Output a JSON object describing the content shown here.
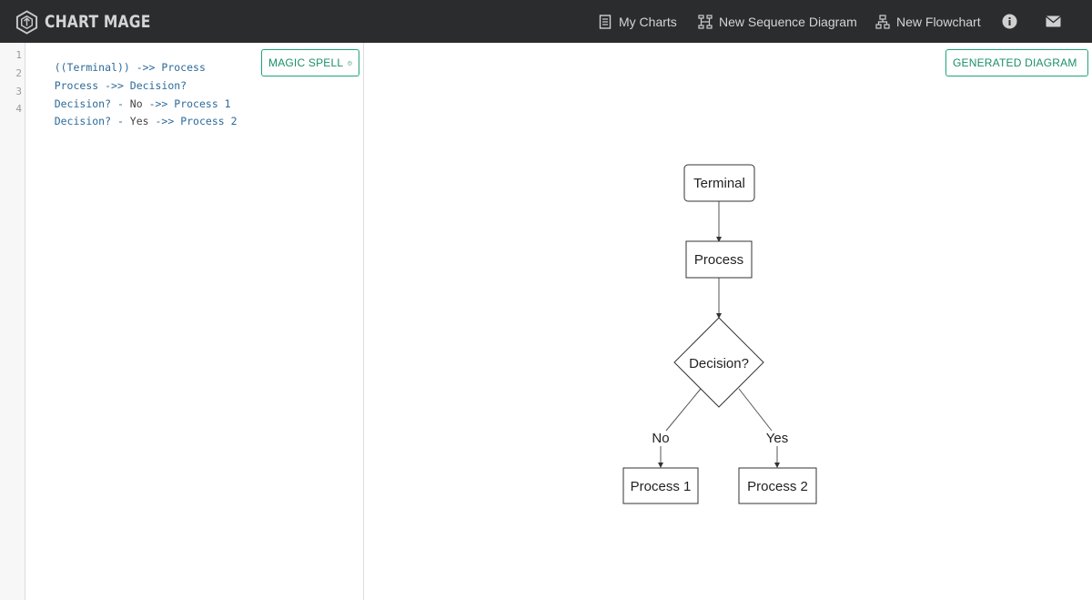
{
  "brand": {
    "name": "CHART MAGE"
  },
  "nav": {
    "my_charts": "My Charts",
    "new_sequence": "New Sequence Diagram",
    "new_flowchart": "New Flowchart"
  },
  "editor": {
    "lines": [
      {
        "no": "1",
        "parts": [
          [
            "((Terminal)) ->> Process",
            "kw"
          ]
        ]
      },
      {
        "no": "2",
        "parts": [
          [
            "Process ->> Decision?",
            "kw"
          ]
        ]
      },
      {
        "no": "3",
        "parts": [
          [
            "Decision? - ",
            "kw"
          ],
          [
            "No",
            "plain"
          ],
          [
            " ->> Process 1",
            "kw"
          ]
        ]
      },
      {
        "no": "4",
        "parts": [
          [
            "Decision? - ",
            "kw"
          ],
          [
            "Yes",
            "plain"
          ],
          [
            " ->> Process 2",
            "kw"
          ]
        ]
      }
    ],
    "magic_spell_label": "MAGIC SPELL"
  },
  "diagram": {
    "generated_label": "GENERATED DIAGRAM",
    "nodes": {
      "terminal": "Terminal",
      "process": "Process",
      "decision": "Decision?",
      "process1": "Process 1",
      "process2": "Process 2"
    },
    "edges": {
      "no": "No",
      "yes": "Yes"
    }
  },
  "colors": {
    "topbar": "#2b2c2e",
    "accent": "#1fa37a"
  },
  "icons": {
    "brand": "hexagon-logo-icon",
    "my_charts": "document-icon",
    "new_sequence": "sequence-icon",
    "new_flowchart": "flowchart-icon",
    "info": "info-icon",
    "mail": "mail-icon",
    "magic": "help-circle-icon",
    "download": "download-icon"
  }
}
